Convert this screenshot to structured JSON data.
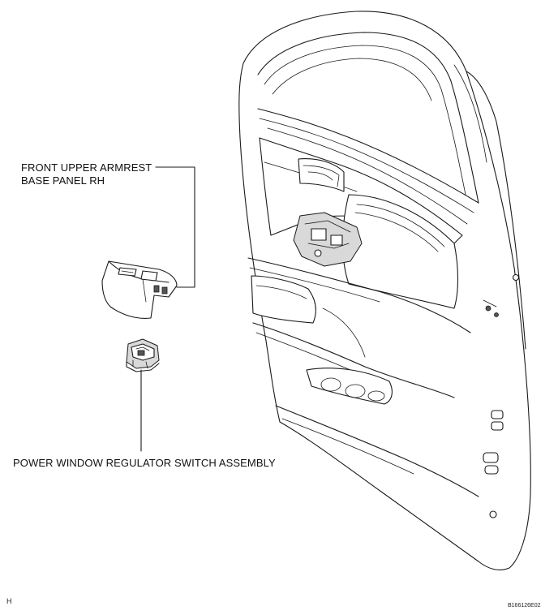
{
  "labels": {
    "armrest_line1": "FRONT UPPER ARMREST",
    "armrest_line2": "BASE PANEL RH",
    "switch_assembly": "POWER WINDOW REGULATOR SWITCH ASSEMBLY"
  },
  "corner_mark": "H",
  "figure_code": "B166126E02"
}
